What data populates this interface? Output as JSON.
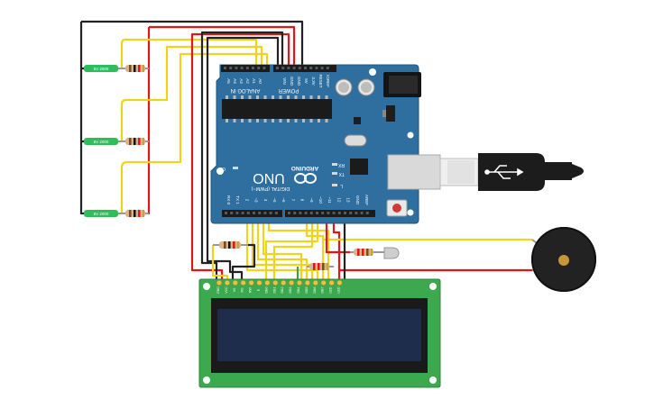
{
  "arduino": {
    "header_analog": "ANALOG IN",
    "header_power": "POWER",
    "analog_pins": [
      "A5",
      "A4",
      "A3",
      "A2",
      "A1",
      "A0"
    ],
    "power_pins": [
      "VIN",
      "GND",
      "GND",
      "5V",
      "3.3V",
      "RESET",
      "IOREF"
    ],
    "digital_label": "DIGITAL (PWM~)",
    "digital_pins": [
      "RX 0",
      "TX 1",
      "2",
      "~3",
      "4",
      "~5",
      "~6",
      "7",
      "8",
      "~9",
      "~10",
      "~11",
      "12",
      "13",
      "GND",
      "AREF"
    ],
    "logo_text": "ARDUINO",
    "model": "UNO",
    "on_label": "ON",
    "rx_label": "RX",
    "tx_label": "TX",
    "l_label": "L"
  },
  "sensors": [
    {
      "label": "5V 2000"
    },
    {
      "label": "5V 2000"
    },
    {
      "label": "5V 2000"
    }
  ],
  "lcd": {
    "pins": [
      "GND",
      "VCC",
      "V0",
      "RS",
      "RW",
      "E",
      "DB0",
      "DB1",
      "DB2",
      "DB3",
      "DB4",
      "DB5",
      "DB6",
      "DB7",
      "LED",
      "LED"
    ]
  },
  "colors": {
    "board": "#2f6fa0",
    "lcd_board": "#3ca94f",
    "lcd_screen": "#1f2d4d",
    "wire_yellow": "#f2d21b",
    "wire_red": "#e0161b",
    "wire_black": "#222222"
  }
}
